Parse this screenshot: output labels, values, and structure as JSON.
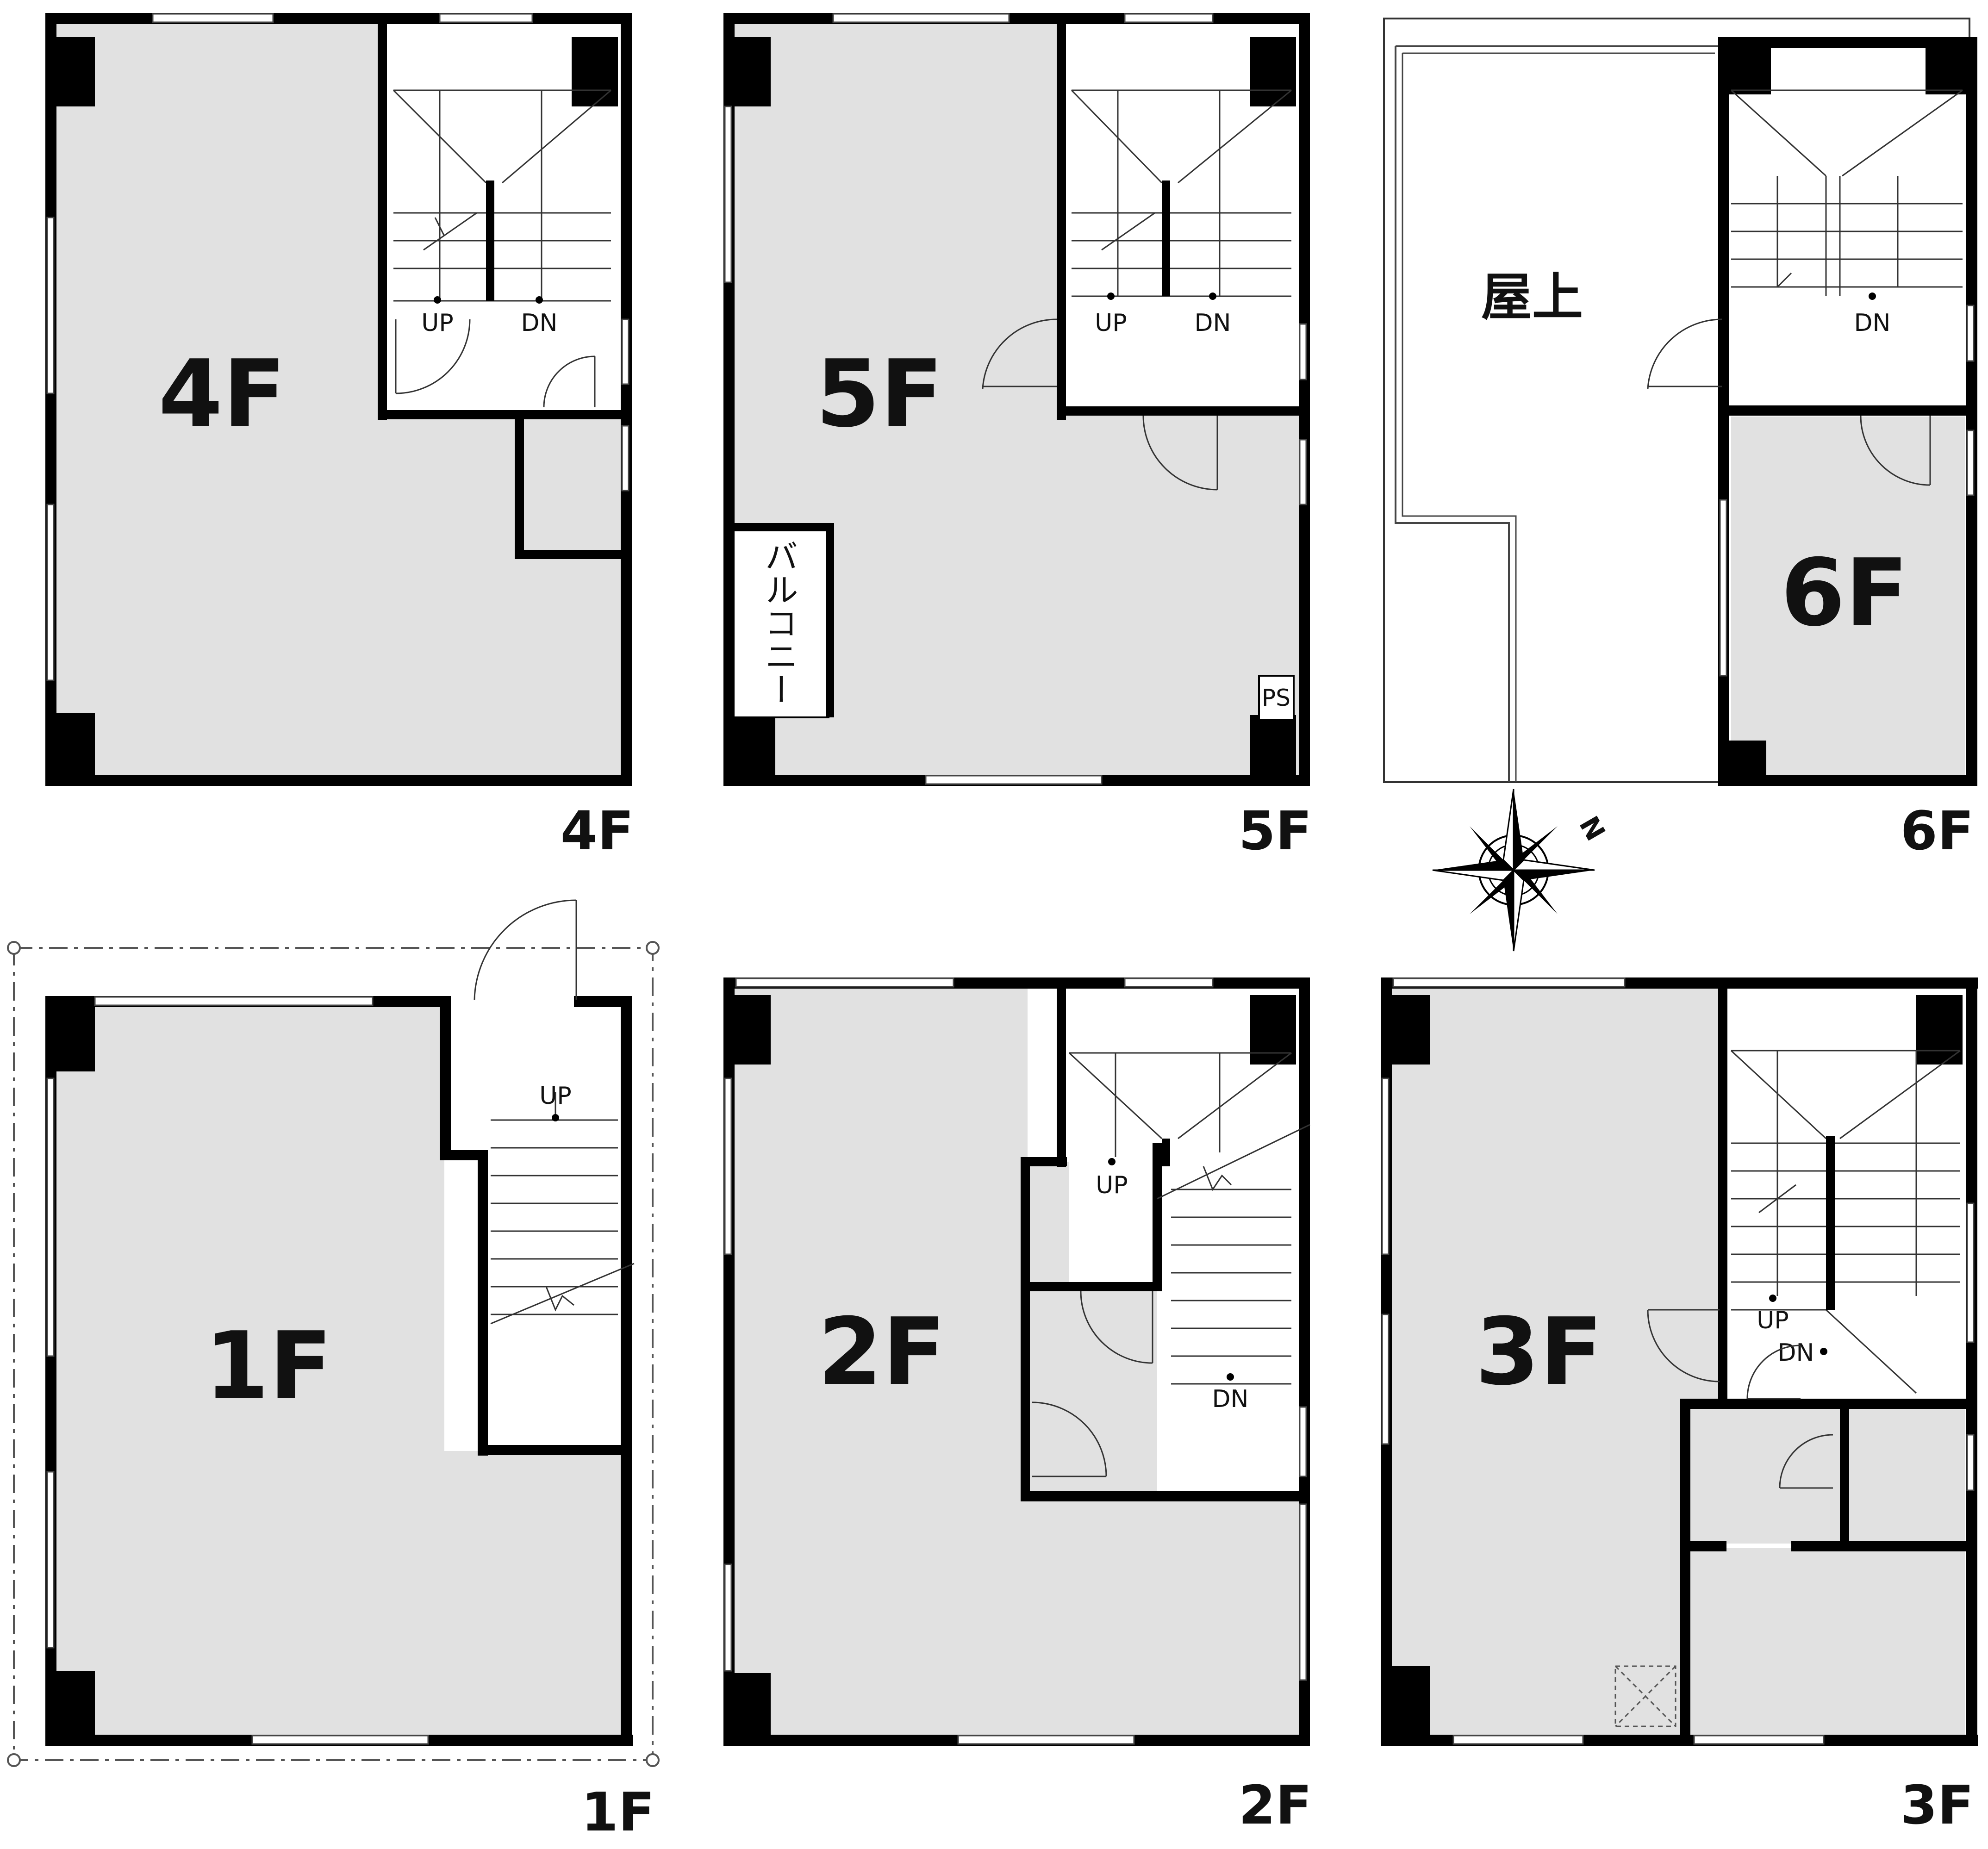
{
  "colors": {
    "room_fill": "#e1e1e1",
    "wall": "#000000",
    "background": "#ffffff"
  },
  "floors": {
    "f4": {
      "room_label": "4F",
      "caption": "4F",
      "up_label": "UP",
      "dn_label": "DN"
    },
    "f5": {
      "room_label": "5F",
      "caption": "5F",
      "up_label": "UP",
      "dn_label": "DN",
      "balcony_label": "バルコニー",
      "ps_label": "PS"
    },
    "f6": {
      "room_label": "6F",
      "caption": "6F",
      "dn_label": "DN",
      "rooftop_label": "屋上"
    },
    "f1": {
      "room_label": "1F",
      "caption": "1F",
      "up_label": "UP"
    },
    "f2": {
      "room_label": "2F",
      "caption": "2F",
      "up_label": "UP",
      "dn_label": "DN"
    },
    "f3": {
      "room_label": "3F",
      "caption": "3F",
      "up_label": "UP",
      "dn_label": "DN"
    }
  },
  "compass": {
    "north_label": "N",
    "icon": "compass-rose-icon"
  }
}
